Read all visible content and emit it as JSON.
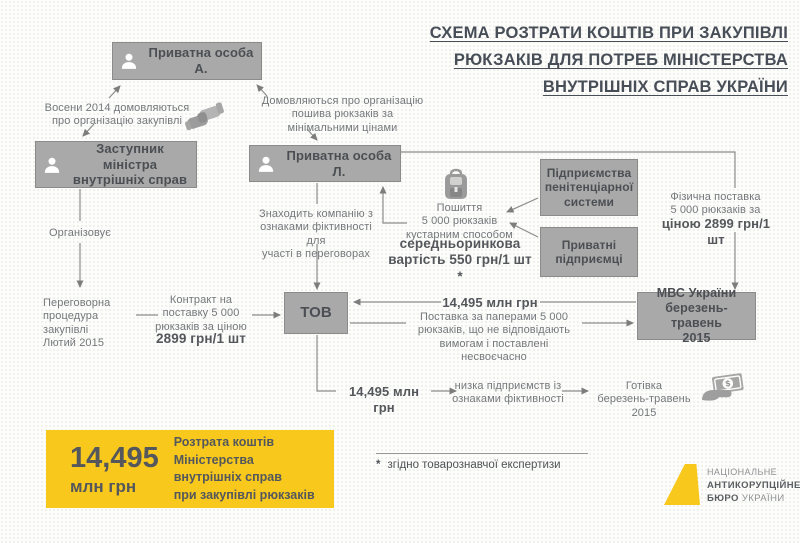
{
  "title": {
    "lines": [
      "СХЕМА РОЗТРАТИ КОШТІВ ПРИ ЗАКУПІВЛІ",
      "РЮКЗАКІВ ДЛЯ ПОТРЕБ МІНІСТЕРСТВА",
      "ВНУТРІШНІХ СПРАВ УКРАЇНИ"
    ]
  },
  "nodes": {
    "person_a": "Приватна особа А.",
    "deputy_minister": "Заступник міністра\nвнутрішніх справ",
    "person_l": "Приватна особа Л.",
    "penitentiary": "Підприємства\nпенітенціарної\nсистеми",
    "private_entrepreneurs": "Приватні\nпідприємці",
    "tov": "ТОВ",
    "mvs": "МВС України\nберезень-травень\n2015"
  },
  "labels": {
    "autumn_2014": "Восени 2014 домовляються\nпро організацію закупівлі",
    "organize_sewing": "Домовляються про організацію\nпошива рюкзаків за\nмінімальними цінами",
    "organizes": "Організовує",
    "negotiation_procedure": "Переговорна\nпроцедура закупівлі\nЛютий 2015",
    "contract": "Контракт на\nпоставку 5 000\nрюкзаків за ціною",
    "contract_price": "2899 грн/1 шт",
    "finds_company": "Знаходить компанію з\nознаками фіктивності для\nучасті в переговорах",
    "sewing": "Пошиття\n5 000 рюкзаків\nкустарним способом",
    "market_value": "середньоринкова\nвартість 550 грн/1 шт *",
    "physical_delivery": "Фізична поставка\n5 000 рюкзаків за",
    "physical_price": "ціною 2899 грн/1 шт",
    "sum_to_tov": "14,495 млн грн",
    "paper_delivery": "Поставка за паперами 5 000\nрюкзаків, що не відповідають\nвимогам і поставлені несвоєчасно",
    "sum_out": "14,495 млн грн",
    "shell_companies": "низка підприємств із\nознаками фіктивності",
    "cash": "Готівка\nберезень-травень 2015"
  },
  "summary": {
    "amount": "14,495",
    "unit": "млн грн",
    "text": "Розтрата коштів\nМіністерства внутрішніх справ\nпри закупівлі рюкзаків"
  },
  "footnote": {
    "mark": "*",
    "text": "згідно товарознавчої експертизи"
  },
  "logo": {
    "line1": "НАЦІОНАЛЬНЕ",
    "line2": "АНТИКОРУПЦІЙНЕ",
    "line3_bold": "БЮРО",
    "line3_regular": "УКРАЇНИ"
  },
  "icons": {
    "person": "person-icon",
    "handshake": "handshake-icon",
    "backpack": "backpack-icon",
    "cash_in_hand": "cash-in-hand-icon",
    "dollar_glyph": "$"
  },
  "colors": {
    "accent_yellow": "#F8C81C",
    "node_gray": "#A9A9A9",
    "title_text": "#474E57",
    "arrow_gray": "#8D8D8D"
  }
}
